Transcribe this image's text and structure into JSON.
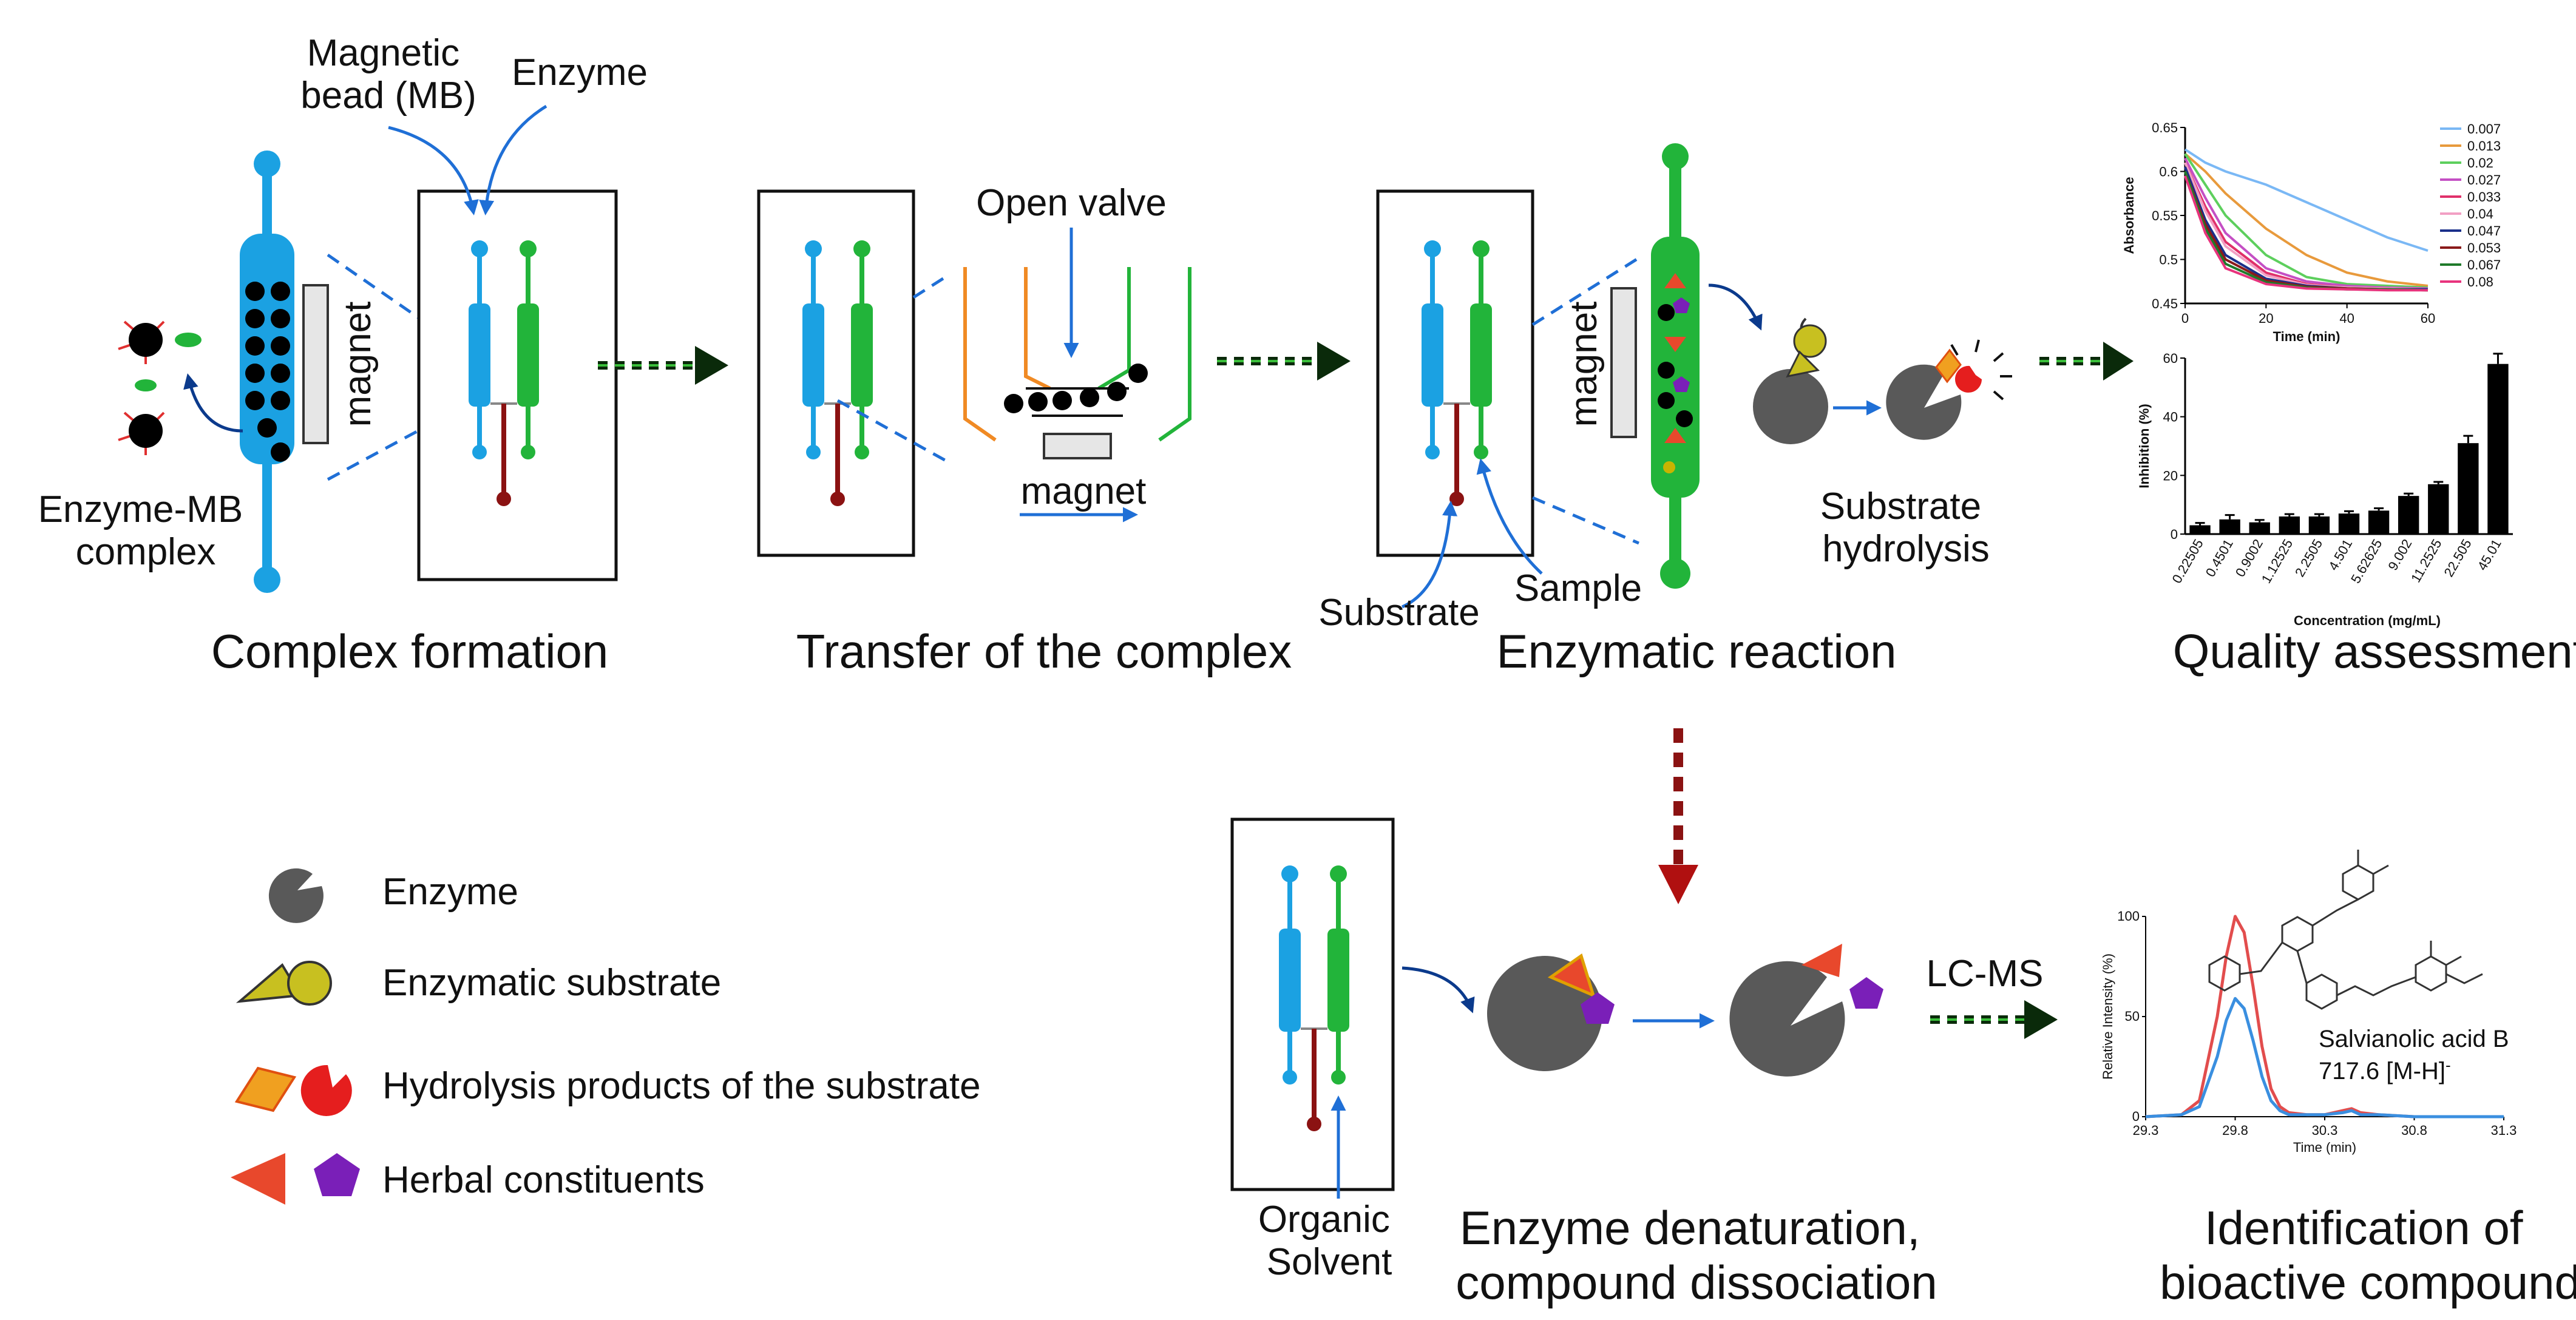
{
  "labels": {
    "magnetic_bead": [
      "Magnetic",
      "bead (MB)"
    ],
    "enzyme": "Enzyme",
    "enzyme_mb_complex": [
      "Enzyme-MB",
      "complex"
    ],
    "magnet": "magnet",
    "open_valve": "Open valve",
    "substrate": "Substrate",
    "sample": "Sample",
    "substrate_hydrolysis": [
      "Substrate",
      "hydrolysis"
    ],
    "lcms": "LC-MS",
    "organic_solvent": [
      "Organic",
      "Solvent"
    ]
  },
  "steps": {
    "complex_formation": "Complex formation",
    "transfer": "Transfer of the complex",
    "reaction": "Enzymatic reaction",
    "quality": "Quality assessment",
    "denaturation": [
      "Enzyme denaturation,",
      "compound dissociation"
    ],
    "identification": [
      "Identification of",
      "bioactive compound"
    ]
  },
  "legend": [
    {
      "icon": "enzyme",
      "label": "Enzyme"
    },
    {
      "icon": "substrate",
      "label": "Enzymatic substrate"
    },
    {
      "icon": "products",
      "label": "Hydrolysis products of the substrate"
    },
    {
      "icon": "herbal",
      "label": "Herbal constituents"
    }
  ],
  "colors": {
    "blue_channel": "#1ba1e2",
    "green_channel": "#22b43a",
    "dark_red": "#8b1212",
    "arrow_blue": "#1f6fd6",
    "arrow_dark": "#0b3a8c",
    "enzyme_gray": "#595959",
    "orange_channel": "#f08a24"
  },
  "chart_data": [
    {
      "type": "line",
      "xlabel": "Time (min)",
      "ylabel": "Absorbance",
      "xlim": [
        0,
        60
      ],
      "ylim": [
        0.45,
        0.65
      ],
      "xticks": [
        0,
        20,
        40,
        60
      ],
      "yticks": [
        0.45,
        0.5,
        0.55,
        0.6,
        0.65
      ],
      "series": [
        {
          "name": "0.007",
          "color": "#7ab8f5",
          "x": [
            0,
            5,
            10,
            20,
            30,
            40,
            50,
            60
          ],
          "y": [
            0.625,
            0.61,
            0.6,
            0.585,
            0.565,
            0.545,
            0.525,
            0.51
          ]
        },
        {
          "name": "0.013",
          "color": "#e89a3c",
          "x": [
            0,
            5,
            10,
            20,
            30,
            40,
            50,
            60
          ],
          "y": [
            0.62,
            0.6,
            0.575,
            0.535,
            0.505,
            0.485,
            0.475,
            0.47
          ]
        },
        {
          "name": "0.02",
          "color": "#5dcf5d",
          "x": [
            0,
            5,
            10,
            20,
            30,
            40,
            50,
            60
          ],
          "y": [
            0.62,
            0.585,
            0.55,
            0.505,
            0.48,
            0.472,
            0.47,
            0.468
          ]
        },
        {
          "name": "0.027",
          "color": "#c44fc4",
          "x": [
            0,
            5,
            10,
            20,
            30,
            40,
            50,
            60
          ],
          "y": [
            0.615,
            0.57,
            0.53,
            0.49,
            0.475,
            0.47,
            0.468,
            0.467
          ]
        },
        {
          "name": "0.033",
          "color": "#e0306a",
          "x": [
            0,
            5,
            10,
            20,
            30,
            40,
            50,
            60
          ],
          "y": [
            0.61,
            0.56,
            0.52,
            0.485,
            0.472,
            0.468,
            0.467,
            0.466
          ]
        },
        {
          "name": "0.04",
          "color": "#f2a0c4",
          "x": [
            0,
            5,
            10,
            20,
            30,
            40,
            50,
            60
          ],
          "y": [
            0.61,
            0.555,
            0.515,
            0.482,
            0.471,
            0.468,
            0.467,
            0.466
          ]
        },
        {
          "name": "0.047",
          "color": "#1a2f8a",
          "x": [
            0,
            5,
            10,
            20,
            30,
            40,
            50,
            60
          ],
          "y": [
            0.605,
            0.545,
            0.505,
            0.478,
            0.47,
            0.467,
            0.466,
            0.466
          ]
        },
        {
          "name": "0.053",
          "color": "#8a1a1a",
          "x": [
            0,
            5,
            10,
            20,
            30,
            40,
            50,
            60
          ],
          "y": [
            0.6,
            0.54,
            0.5,
            0.476,
            0.469,
            0.467,
            0.466,
            0.465
          ]
        },
        {
          "name": "0.067",
          "color": "#1f7a2a",
          "x": [
            0,
            5,
            10,
            20,
            30,
            40,
            50,
            60
          ],
          "y": [
            0.6,
            0.535,
            0.495,
            0.474,
            0.468,
            0.466,
            0.466,
            0.465
          ]
        },
        {
          "name": "0.08",
          "color": "#e8337d",
          "x": [
            0,
            5,
            10,
            20,
            30,
            40,
            50,
            60
          ],
          "y": [
            0.595,
            0.53,
            0.49,
            0.472,
            0.467,
            0.466,
            0.465,
            0.465
          ]
        }
      ]
    },
    {
      "type": "bar",
      "xlabel": "Concentration (mg/mL)",
      "ylabel": "Inhibition (%)",
      "ylim": [
        0,
        60
      ],
      "yticks": [
        0,
        20,
        40,
        60
      ],
      "categories": [
        "0.22505",
        "0.4501",
        "0.9002",
        "1.12525",
        "2.2505",
        "4.501",
        "5.62625",
        "9.002",
        "11.2525",
        "22.505",
        "45.01"
      ],
      "values": [
        3,
        5,
        4,
        6,
        6,
        7,
        8,
        13,
        17,
        31,
        58
      ],
      "errors": [
        0.8,
        1.5,
        0.8,
        0.8,
        0.8,
        0.8,
        0.8,
        0.8,
        0.8,
        2.5,
        3.5
      ]
    },
    {
      "type": "line",
      "xlabel": "Time (min)",
      "ylabel": "Relative Intensity (%)",
      "xlim": [
        29.3,
        31.3
      ],
      "ylim": [
        0,
        100
      ],
      "xticks": [
        29.3,
        29.8,
        30.3,
        30.8,
        31.3
      ],
      "yticks": [
        0,
        50,
        100
      ],
      "annotation": [
        "Salvianolic acid B",
        "717.6 [M-H]",
        "-"
      ],
      "series": [
        {
          "color": "#e24d4d",
          "x": [
            29.3,
            29.5,
            29.6,
            29.7,
            29.75,
            29.8,
            29.85,
            29.9,
            29.95,
            30.0,
            30.05,
            30.1,
            30.2,
            30.3,
            30.4,
            30.45,
            30.5,
            30.6,
            30.8,
            31.3
          ],
          "y": [
            0,
            1,
            8,
            50,
            80,
            100,
            92,
            65,
            35,
            14,
            5,
            2,
            1,
            1,
            3,
            4,
            2,
            1,
            0,
            0
          ]
        },
        {
          "color": "#3a8fe0",
          "x": [
            29.3,
            29.5,
            29.6,
            29.7,
            29.75,
            29.8,
            29.85,
            29.9,
            29.95,
            30.0,
            30.05,
            30.1,
            30.2,
            30.3,
            30.4,
            30.45,
            30.5,
            30.6,
            30.8,
            31.3
          ],
          "y": [
            0,
            1,
            5,
            30,
            48,
            59,
            54,
            38,
            20,
            8,
            3,
            1,
            1,
            1,
            2,
            3,
            1,
            1,
            0,
            0
          ]
        }
      ]
    }
  ]
}
